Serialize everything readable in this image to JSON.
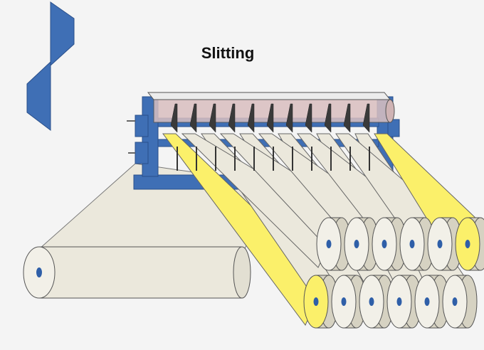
{
  "title": "Slitting",
  "colors": {
    "background": "#f4f4f4",
    "frame_blue": "#3f6fb5",
    "frame_blue_dark": "#2a4f8a",
    "paper": "#ebe8dc",
    "paper_shadow": "#d6d2c2",
    "outline": "#444444",
    "edge_strip_yellow": "#fbf06a",
    "blade_roller": "#d9bfc0",
    "core_blue": "#2f5fa8"
  },
  "icons": {
    "corner_logo": "blue-s-shape-icon",
    "core": "roll-core-icon"
  },
  "counts_shown": {
    "upper_rewind_rolls": 6,
    "lower_rewind_rolls": 6,
    "slitter_blades": 11
  }
}
